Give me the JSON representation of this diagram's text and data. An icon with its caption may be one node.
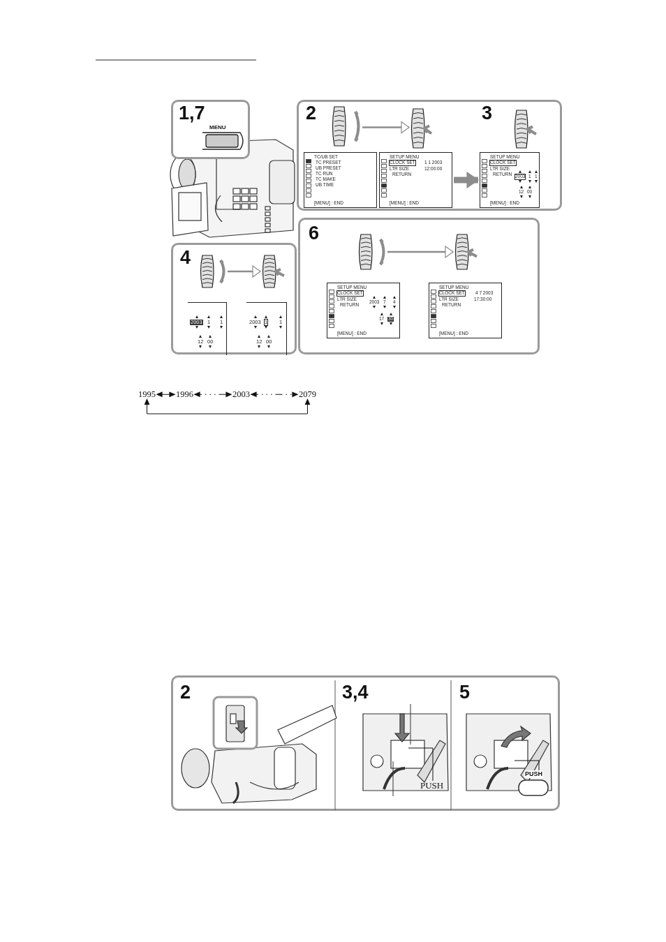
{
  "diagram": {
    "nodes": [
      {
        "text": [
          "1,7",
          "MENU"
        ]
      },
      {
        "text": [
          "2",
          "3"
        ]
      },
      {
        "text": [],
        "shape": "picture",
        "in": 1
      },
      {
        "text": [],
        "shape": "picture",
        "in": 1
      },
      {
        "text": [],
        "shape": "picture",
        "in": 1
      },
      {
        "text": [
          "TC/UB SET",
          "TC PRESET",
          "UB PRESET",
          "TC RUN",
          "TC MAKE",
          "UB TIME",
          "[MENU] : END"
        ],
        "in": 1
      },
      {
        "text": [
          "SETUP MENU",
          "CLOCK SET",
          "1 1 2003",
          "LTR SIZE",
          "12:00:00",
          "RETURN",
          "[MENU] : END"
        ],
        "in": 1
      },
      {
        "text": [
          "SETUP MENU",
          "CLOCK SET",
          "LTR SIZE",
          "RETURN",
          "2003",
          "1",
          "1",
          "12",
          "00",
          "[MENU] : END"
        ],
        "in": 1
      },
      {
        "text": [
          "4"
        ]
      },
      {
        "text": [],
        "shape": "picture",
        "in": 8
      },
      {
        "text": [],
        "shape": "picture",
        "in": 8
      },
      {
        "text": [
          "2003",
          "1",
          "1",
          "12",
          "00"
        ],
        "in": 8
      },
      {
        "text": [
          "2003",
          "1",
          "1",
          "12",
          "00"
        ],
        "in": 8
      },
      {
        "text": [
          "6"
        ]
      },
      {
        "text": [],
        "shape": "picture",
        "in": 13
      },
      {
        "text": [],
        "shape": "picture",
        "in": 13
      },
      {
        "text": [
          "SETUP MENU",
          "CLOCK SET",
          "LTR SIZE",
          "RETURN",
          "2003",
          "7",
          "4",
          "17",
          "30",
          "[MENU] : END"
        ],
        "in": 13
      },
      {
        "text": [
          "SETUP MENU",
          "CLOCK SET",
          "4 7 2003",
          "LTR SIZE",
          "17:30:00",
          "RETURN",
          "[MENU] : END"
        ],
        "in": 13
      },
      {
        "text": [
          "1995"
        ]
      },
      {
        "text": [
          "1996"
        ]
      },
      {
        "text": [
          "2003"
        ]
      },
      {
        "text": [
          "2079"
        ]
      },
      {
        "text": [
          "2",
          "3,4",
          "5"
        ]
      },
      {
        "text": [
          "PUSH"
        ],
        "in": 22
      },
      {
        "text": [
          "PUSH"
        ],
        "in": 22
      }
    ],
    "edges": [
      {
        "from": 2,
        "to": 3,
        "arrow": "to",
        "color": "#8c8c8c"
      },
      {
        "from": 6,
        "to": 7,
        "arrow": "to",
        "style": "thick",
        "color": "#8c8c8c"
      },
      {
        "from": 9,
        "to": 10,
        "arrow": "to",
        "color": "#8c8c8c"
      },
      {
        "from": 14,
        "to": 15,
        "arrow": "to",
        "color": "#8c8c8c"
      },
      {
        "from": 18,
        "to": 19,
        "arrow": "both"
      },
      {
        "from": 19,
        "to": 20,
        "arrow": "both",
        "style": "dashed"
      },
      {
        "from": 20,
        "to": 21,
        "arrow": "both",
        "style": "dashed"
      },
      {
        "from": 21,
        "to": 18,
        "arrow": "both"
      },
      {
        "from": 23,
        "to": null,
        "arrow": "none"
      },
      {
        "from": 24,
        "to": null,
        "arrow": "none"
      }
    ]
  }
}
